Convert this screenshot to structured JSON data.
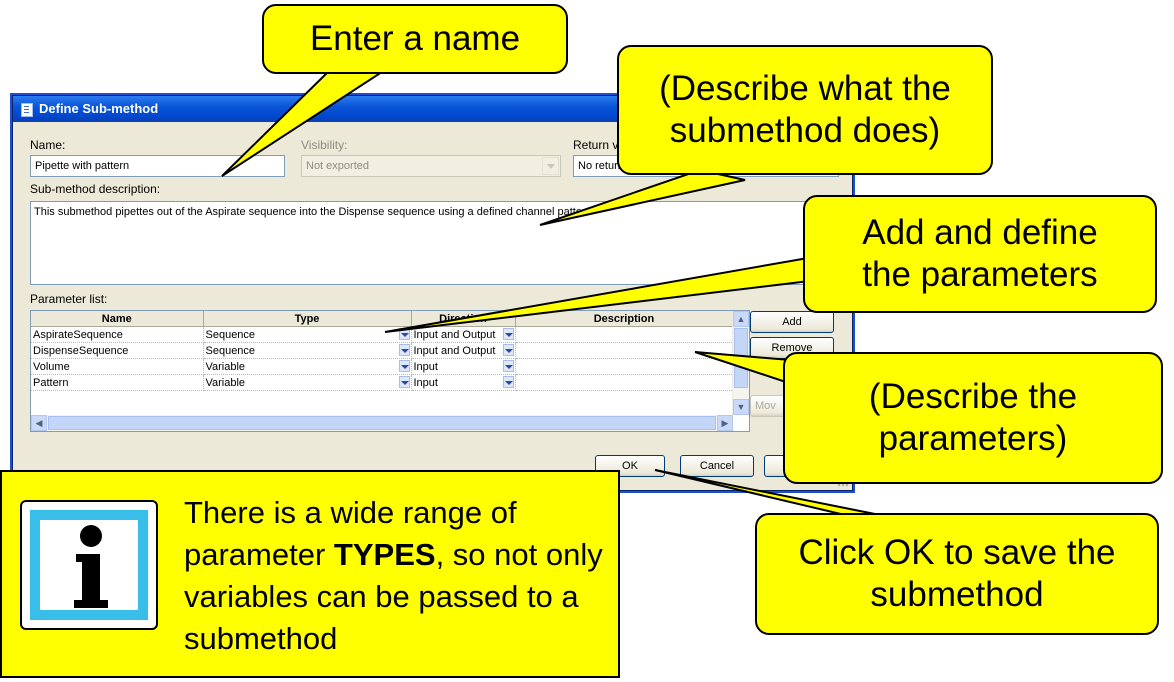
{
  "dialog": {
    "title": "Define Sub-method",
    "name_label": "Name:",
    "name_value": "Pipette with pattern",
    "visibility_label": "Visibility:",
    "visibility_value": "Not exported",
    "return_label": "Return va",
    "return_value": "No return value",
    "description_label": "Sub-method description:",
    "description_value": "This submethod pipettes out of the Aspirate sequence into the Dispense sequence using a defined channel pattern",
    "param_list_label": "Parameter list:",
    "columns": [
      "Name",
      "Type",
      "Direction",
      "Description"
    ],
    "rows": [
      {
        "name": "AspirateSequence",
        "type": "Sequence",
        "direction": "Input and Output",
        "description": ""
      },
      {
        "name": "DispenseSequence",
        "type": "Sequence",
        "direction": "Input and Output",
        "description": ""
      },
      {
        "name": "Volume",
        "type": "Variable",
        "direction": "Input",
        "description": ""
      },
      {
        "name": "Pattern",
        "type": "Variable",
        "direction": "Input",
        "description": ""
      }
    ],
    "add_button": "Add",
    "remove_button": "Remove",
    "move_button": "Mov",
    "ok_button": "OK",
    "cancel_button": "Cancel"
  },
  "callouts": {
    "enter_name": "Enter a name",
    "describe_submethod": "(Describe what the\nsubmethod does)",
    "add_params": "Add and define\nthe parameters",
    "describe_params": "(Describe the\nparameters)",
    "click_ok": "Click OK to save the\nsubmethod"
  },
  "info": {
    "text_before": "There is a wide range of parameter ",
    "text_bold": "TYPES",
    "text_after": ", so not only variables can be passed to a submethod"
  },
  "colors": {
    "callout_fill": "#ffff00",
    "info_icon_frame": "#39bde9",
    "titlebar": "#0a55d8"
  },
  "icons": [
    "dialog-icon",
    "info-icon",
    "chevron-down-icon",
    "scroll-arrow-icon"
  ]
}
